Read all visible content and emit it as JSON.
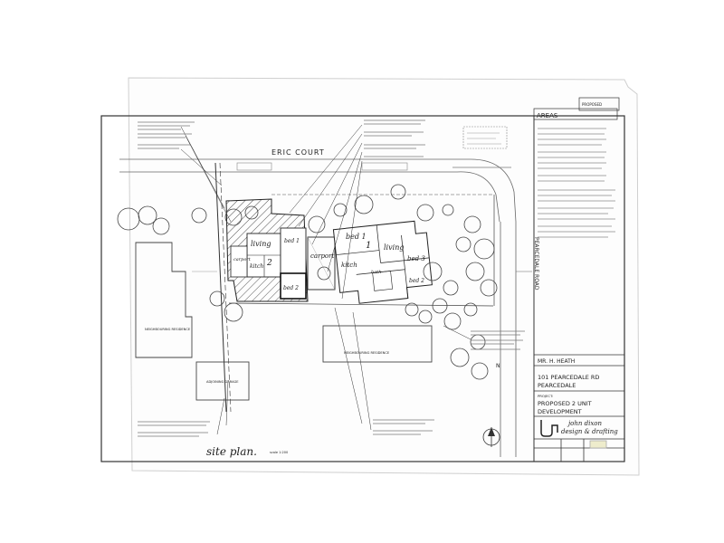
{
  "drawing": {
    "street_top": "ERIC   COURT",
    "street_right": "PEARCEDALE   ROAD",
    "caption": "site plan.",
    "scale_note": "scale 1:200",
    "neighbour_left": "NEIGHBOURING RESIDENCE",
    "neighbour_bottom": "NEIGHBOURING RESIDENCE",
    "adjoining_garage": "ADJOINING GARAGE",
    "unit2_rooms": [
      "living",
      "bed 1",
      "bed 2",
      "kitch",
      "carport"
    ],
    "unit1_rooms": [
      "bed 1",
      "living",
      "kitch",
      "bed 3",
      "bath",
      "bed 2"
    ],
    "unit_numbers": [
      "2",
      "1"
    ],
    "carport_label": "carport",
    "north_label": "N"
  },
  "areas_panel": {
    "title": "AREAS",
    "stamp": "PROPOSED"
  },
  "title_block": {
    "client": "MR. H. HEATH",
    "site_line1": "101 PEARCEDALE RD",
    "site_line2": "PEARCEDALE",
    "project_label": "PROJECT:",
    "project_line1": "PROPOSED 2 UNIT",
    "project_line2": "DEVELOPMENT",
    "firm_line1": "john dixon",
    "firm_line2": "design & drafting"
  }
}
